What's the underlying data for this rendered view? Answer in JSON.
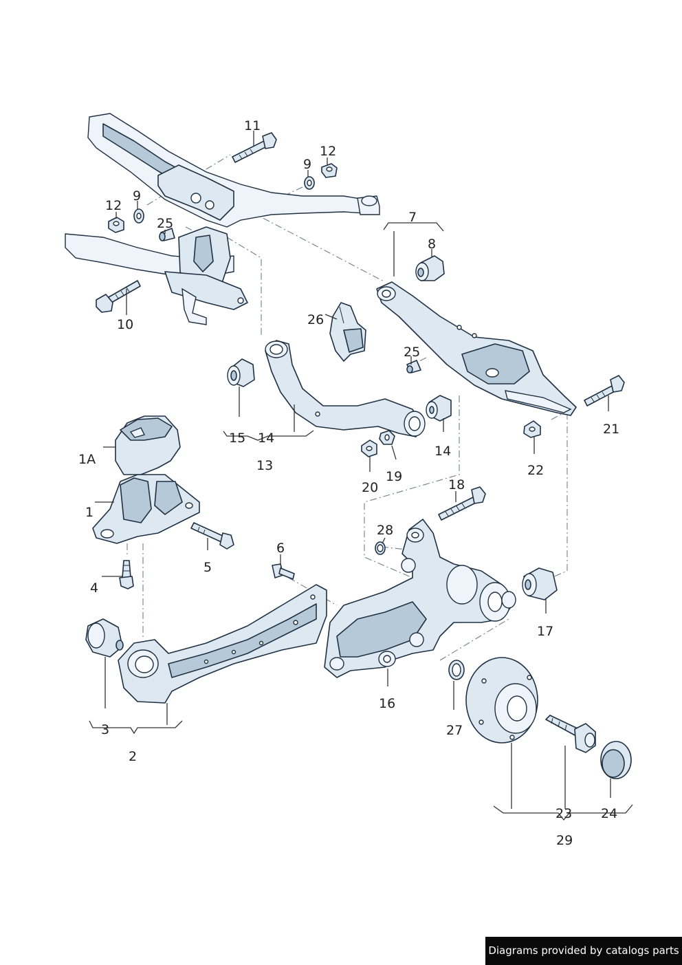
{
  "callouts": {
    "c1": "1",
    "c1a": "1A",
    "c2": "2",
    "c3": "3",
    "c4": "4",
    "c5": "5",
    "c6": "6",
    "c7": "7",
    "c8": "8",
    "c9a": "9",
    "c9b": "9",
    "c10": "10",
    "c11": "11",
    "c12a": "12",
    "c12b": "12",
    "c13": "13",
    "c14a": "14",
    "c14b": "14",
    "c15": "15",
    "c16": "16",
    "c17": "17",
    "c18": "18",
    "c19": "19",
    "c20": "20",
    "c21": "21",
    "c22": "22",
    "c23": "23",
    "c24": "24",
    "c25a": "25",
    "c25b": "25",
    "c26": "26",
    "c27": "27",
    "c28": "28",
    "c29": "29"
  },
  "footer": {
    "text": "Diagrams provided by catalogs parts"
  },
  "colors": {
    "part_fill": "#dde8f1",
    "part_shade": "#b5c9d9",
    "outline": "#1e3042",
    "footer_bg": "#0a0a0a"
  }
}
